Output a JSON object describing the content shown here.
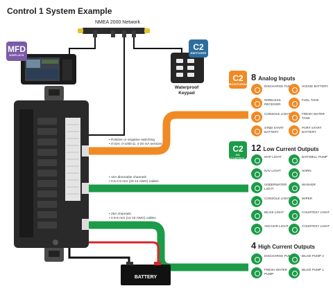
{
  "title": "Control 1 System Example",
  "network_label": "NMEA 2000 Network",
  "mfd": {
    "line1": "MFD",
    "line2": "DISPLAYS"
  },
  "switcher": {
    "line1": "C2",
    "line2": "SWITCHER"
  },
  "keypad_label": "Waterproof Keypad",
  "battery_label": "BATTERY",
  "analog": {
    "badge_line1": "C2",
    "badge_line2": "MONITORING",
    "count": "8",
    "heading": "Analog Inputs",
    "items": [
      "Discharge Pump",
      "House Battery",
      "Wireless Receiver",
      "Fuel Tank",
      "Console Light",
      "Fresh Water Tank",
      "Stbd Start Battery",
      "Port Start Battery"
    ]
  },
  "low": {
    "badge_line1": "C2",
    "badge_line2": "DC CONTROL",
    "count": "12",
    "heading": "Low Current Outputs",
    "items": [
      "Map Light",
      "Baitwell Pump",
      "Nav Light",
      "Horn",
      "Underwater Light",
      "Washer",
      "Console Light",
      "Wiper",
      "Bilge Light",
      "Courtesy Light",
      "Anchor Light",
      "Courtesy Light"
    ]
  },
  "high": {
    "count": "4",
    "heading": "High Current Outputs",
    "items": [
      "Discharge Pump",
      "Bilge Pump 2",
      "Fresh Water Pump",
      "Bilge Pump 1"
    ]
  },
  "specs": {
    "analog": [
      "• Positive or negative switching",
      "• 0-32V, 0-1000 Ω, 4-20 mA sensors"
    ],
    "low": [
      "• 10A dimmable channels",
      "• 0.5-2.5 mm (20-14 AWG) cables"
    ],
    "high": [
      "• 25A channels",
      "• 2.5-6 mm (14-10 AWG) cables"
    ]
  },
  "colors": {
    "orange": "#f08a24",
    "green": "#1c9b48",
    "purple": "#7b5aa6",
    "blue": "#2e6e9e",
    "red": "#d6262b"
  }
}
